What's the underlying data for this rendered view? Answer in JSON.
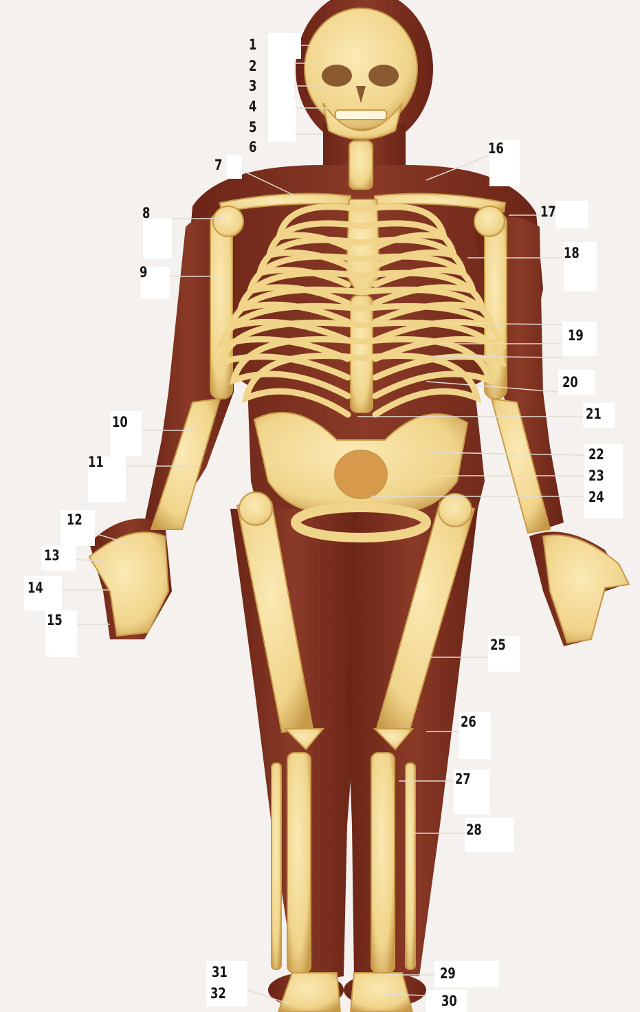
{
  "labels": [
    "1",
    "2",
    "3",
    "4",
    "5",
    "6",
    "7",
    "8",
    "9",
    "10",
    "11",
    "12",
    "13",
    "14",
    "15",
    "16",
    "17",
    "18",
    "19",
    "20",
    "21",
    "22",
    "23",
    "24",
    "25",
    "26",
    "27",
    "28",
    "29",
    "30",
    "31",
    "32"
  ],
  "colors": {
    "background": "#f4f1ee",
    "body": "#7a2d1f",
    "bone": "#f0d48a",
    "bone_shadow": "#c79a4a",
    "leader_line": "#d9d2c8",
    "label_box": "#ffffff",
    "label_text": "#161616"
  }
}
